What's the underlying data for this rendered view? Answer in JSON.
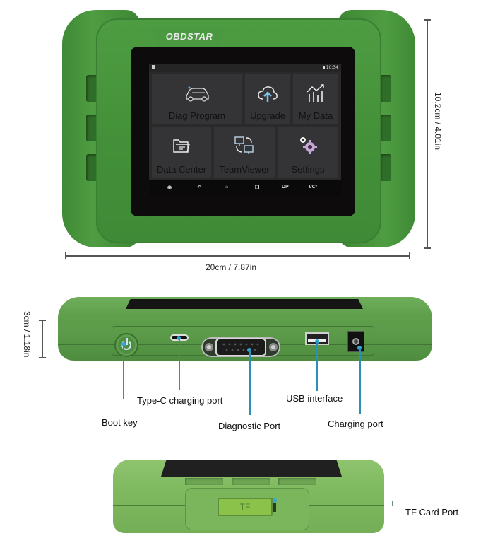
{
  "front_view": {
    "brand_logo": "OBDSTAR",
    "status_bar": {
      "time": "10:34"
    },
    "home_tiles": [
      {
        "label": "Diag Program",
        "icon": "car-icon"
      },
      {
        "label": "Upgrade",
        "icon": "cloud-upload-icon"
      },
      {
        "label": "My Data",
        "icon": "bar-chart-trend-icon"
      },
      {
        "label": "Data Center",
        "icon": "folder-icon"
      },
      {
        "label": "TeamViewer",
        "icon": "remote-monitors-icon"
      },
      {
        "label": "Settings",
        "icon": "gears-icon"
      }
    ],
    "nav_bar": [
      {
        "label": "",
        "icon": "car-diagnosis-icon"
      },
      {
        "label": "",
        "icon": "back-icon"
      },
      {
        "label": "",
        "icon": "home-icon"
      },
      {
        "label": "",
        "icon": "recent-apps-icon"
      },
      {
        "label": "DP",
        "icon": ""
      },
      {
        "label": "VCI",
        "icon": ""
      }
    ],
    "width_dimension": "20cm / 7.87in",
    "height_dimension": "10.2cm / 4.01in",
    "colors": {
      "case_green": "#4a9840",
      "screen_bg": "#2a2a2b",
      "bezel": "#0d0b0b"
    }
  },
  "side_view": {
    "thickness_dimension": "3cm / 1.18in",
    "ports": [
      {
        "label": "Boot key"
      },
      {
        "label": "Type-C charging port"
      },
      {
        "label": "Diagnostic Port"
      },
      {
        "label": "USB interface"
      },
      {
        "label": "Charging port"
      }
    ],
    "colors": {
      "case_green": "#5f9f4c",
      "callout": "#2b8fb8"
    }
  },
  "bottom_view": {
    "slot_text": "TF",
    "port_label": "TF Card Port",
    "colors": {
      "case_green": "#7fba60"
    }
  }
}
